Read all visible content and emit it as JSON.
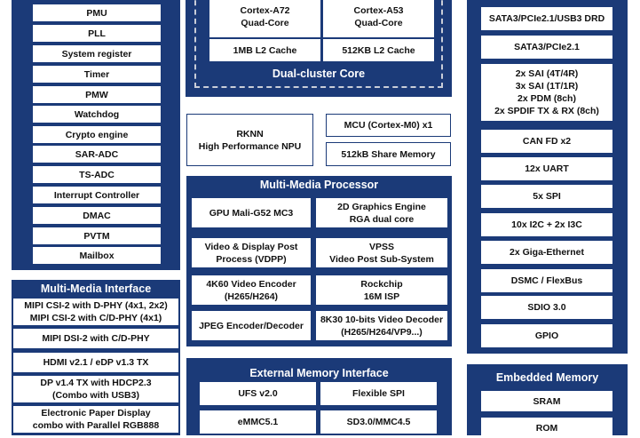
{
  "left_column": {
    "items": [
      "PMU",
      "PLL",
      "System register",
      "Timer",
      "PMW",
      "Watchdog",
      "Crypto engine",
      "SAR-ADC",
      "TS-ADC",
      "Interrupt Controller",
      "DMAC",
      "PVTM",
      "Mailbox"
    ]
  },
  "multimedia_interface": {
    "title": "Multi-Media Interface",
    "items": [
      "MIPI CSI-2 with D-PHY (4x1, 2x2)\nMIPI CSI-2 with C/D-PHY (4x1)",
      "MIPI DSI-2 with C/D-PHY",
      "HDMI v2.1 / eDP v1.3 TX",
      "DP v1.4 TX with HDCP2.3\n(Combo with USB3)",
      "Electronic Paper Display\ncombo with Parallel RGB888"
    ]
  },
  "dual_cluster": {
    "title": "Dual-cluster Core",
    "cores": [
      {
        "name": "Cortex-A72\nQuad-Core",
        "cache": "1MB L2 Cache"
      },
      {
        "name": "Cortex-A53\nQuad-Core",
        "cache": "512KB L2 Cache"
      }
    ]
  },
  "rknn": "RKNN\nHigh Performance NPU",
  "mcu": "MCU (Cortex-M0) x1",
  "share_memory": "512kB Share Memory",
  "multimedia_processor": {
    "title": "Multi-Media Processor",
    "items": [
      "GPU Mali-G52 MC3",
      "2D Graphics Engine\nRGA dual core",
      "Video & Display Post\nProcess (VDPP)",
      "VPSS\nVideo Post Sub-System",
      "4K60 Video Encoder\n(H265/H264)",
      "Rockchip\n16M ISP",
      "JPEG Encoder/Decoder",
      "8K30 10-bits Video Decoder\n(H265/H264/VP9...)"
    ]
  },
  "external_memory": {
    "title": "External Memory Interface",
    "items": [
      "UFS v2.0",
      "Flexible SPI",
      "eMMC5.1",
      "SD3.0/MMC4.5"
    ]
  },
  "right_column": {
    "items": [
      "SATA3/PCIe2.1/USB3 DRD",
      "SATA3/PCIe2.1",
      "2x SAI (4T/4R)\n3x SAI (1T/1R)\n2x PDM (8ch)\n2x SPDIF TX & RX (8ch)",
      "CAN FD x2",
      "12x UART",
      "5x SPI",
      "10x I2C + 2x I3C",
      "2x Giga-Ethernet",
      "DSMC / FlexBus",
      "SDIO 3.0",
      "GPIO"
    ]
  },
  "embedded_memory": {
    "title": "Embedded Memory",
    "items": [
      "SRAM",
      "ROM"
    ]
  }
}
